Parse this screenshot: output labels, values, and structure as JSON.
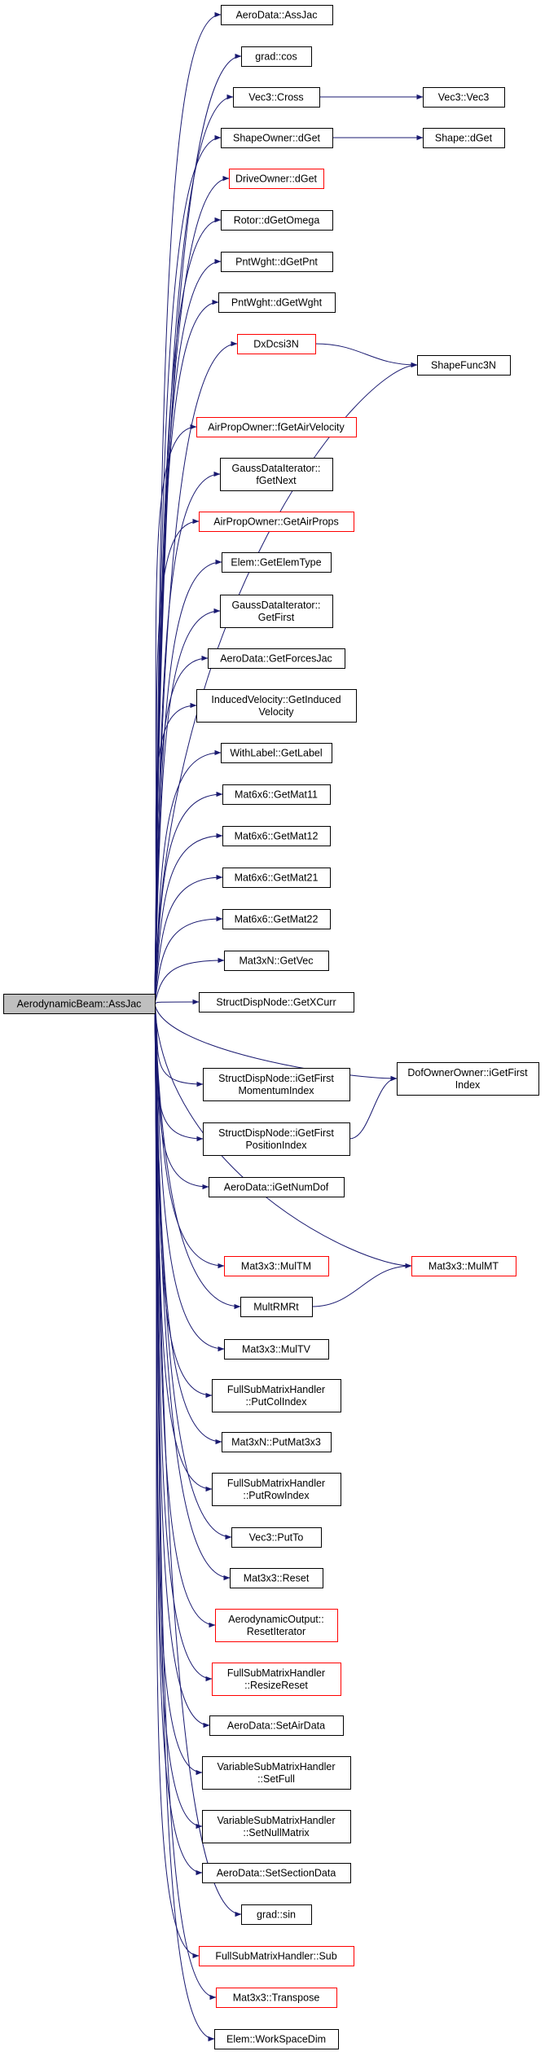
{
  "root": {
    "id": "root",
    "label": "AerodynamicBeam::AssJac"
  },
  "colors": {
    "edge": "#191970",
    "node_border": "#000000",
    "node_border_truncated": "#ff0000",
    "root_fill": "#bfbfbf",
    "node_fill": "#ffffff"
  },
  "nodes": [
    {
      "id": "n01",
      "lines": [
        "AeroData::AssJac"
      ],
      "truncated": false
    },
    {
      "id": "n02",
      "lines": [
        "grad::cos"
      ],
      "truncated": false
    },
    {
      "id": "n03",
      "lines": [
        "Vec3::Cross"
      ],
      "truncated": false
    },
    {
      "id": "n04",
      "lines": [
        "ShapeOwner::dGet"
      ],
      "truncated": false
    },
    {
      "id": "n05",
      "lines": [
        "DriveOwner::dGet"
      ],
      "truncated": true
    },
    {
      "id": "n06",
      "lines": [
        "Rotor::dGetOmega"
      ],
      "truncated": false
    },
    {
      "id": "n07",
      "lines": [
        "PntWght::dGetPnt"
      ],
      "truncated": false
    },
    {
      "id": "n08",
      "lines": [
        "PntWght::dGetWght"
      ],
      "truncated": false
    },
    {
      "id": "n09",
      "lines": [
        "DxDcsi3N"
      ],
      "truncated": true
    },
    {
      "id": "n10",
      "lines": [
        "AirPropOwner::fGetAirVelocity"
      ],
      "truncated": true
    },
    {
      "id": "n11",
      "lines": [
        "GaussDataIterator::",
        "fGetNext"
      ],
      "truncated": false
    },
    {
      "id": "n12",
      "lines": [
        "AirPropOwner::GetAirProps"
      ],
      "truncated": true
    },
    {
      "id": "n13",
      "lines": [
        "Elem::GetElemType"
      ],
      "truncated": false
    },
    {
      "id": "n14",
      "lines": [
        "GaussDataIterator::",
        "GetFirst"
      ],
      "truncated": false
    },
    {
      "id": "n15",
      "lines": [
        "AeroData::GetForcesJac"
      ],
      "truncated": false
    },
    {
      "id": "n16",
      "lines": [
        "InducedVelocity::GetInduced",
        "Velocity"
      ],
      "truncated": false
    },
    {
      "id": "n17",
      "lines": [
        "WithLabel::GetLabel"
      ],
      "truncated": false
    },
    {
      "id": "n18",
      "lines": [
        "Mat6x6::GetMat11"
      ],
      "truncated": false
    },
    {
      "id": "n19",
      "lines": [
        "Mat6x6::GetMat12"
      ],
      "truncated": false
    },
    {
      "id": "n20",
      "lines": [
        "Mat6x6::GetMat21"
      ],
      "truncated": false
    },
    {
      "id": "n21",
      "lines": [
        "Mat6x6::GetMat22"
      ],
      "truncated": false
    },
    {
      "id": "n22",
      "lines": [
        "Mat3xN::GetVec"
      ],
      "truncated": false
    },
    {
      "id": "n23",
      "lines": [
        "StructDispNode::GetXCurr"
      ],
      "truncated": false
    },
    {
      "id": "n24",
      "lines": [
        "StructDispNode::iGetFirst",
        "MomentumIndex"
      ],
      "truncated": false
    },
    {
      "id": "n25",
      "lines": [
        "StructDispNode::iGetFirst",
        "PositionIndex"
      ],
      "truncated": false
    },
    {
      "id": "n26",
      "lines": [
        "AeroData::iGetNumDof"
      ],
      "truncated": false
    },
    {
      "id": "n27",
      "lines": [
        "Mat3x3::MulTM"
      ],
      "truncated": true
    },
    {
      "id": "n28",
      "lines": [
        "MultRMRt"
      ],
      "truncated": false
    },
    {
      "id": "n29",
      "lines": [
        "Mat3x3::MulTV"
      ],
      "truncated": false
    },
    {
      "id": "n30",
      "lines": [
        "FullSubMatrixHandler",
        "::PutColIndex"
      ],
      "truncated": false
    },
    {
      "id": "n31",
      "lines": [
        "Mat3xN::PutMat3x3"
      ],
      "truncated": false
    },
    {
      "id": "n32",
      "lines": [
        "FullSubMatrixHandler",
        "::PutRowIndex"
      ],
      "truncated": false
    },
    {
      "id": "n33",
      "lines": [
        "Vec3::PutTo"
      ],
      "truncated": false
    },
    {
      "id": "n34",
      "lines": [
        "Mat3x3::Reset"
      ],
      "truncated": false
    },
    {
      "id": "n35",
      "lines": [
        "AerodynamicOutput::",
        "ResetIterator"
      ],
      "truncated": true
    },
    {
      "id": "n36",
      "lines": [
        "FullSubMatrixHandler",
        "::ResizeReset"
      ],
      "truncated": true
    },
    {
      "id": "n37",
      "lines": [
        "AeroData::SetAirData"
      ],
      "truncated": false
    },
    {
      "id": "n38",
      "lines": [
        "VariableSubMatrixHandler",
        "::SetFull"
      ],
      "truncated": false
    },
    {
      "id": "n39",
      "lines": [
        "VariableSubMatrixHandler",
        "::SetNullMatrix"
      ],
      "truncated": false
    },
    {
      "id": "n40",
      "lines": [
        "AeroData::SetSectionData"
      ],
      "truncated": false
    },
    {
      "id": "n41",
      "lines": [
        "grad::sin"
      ],
      "truncated": false
    },
    {
      "id": "n42",
      "lines": [
        "FullSubMatrixHandler::Sub"
      ],
      "truncated": true
    },
    {
      "id": "n43",
      "lines": [
        "Mat3x3::Transpose"
      ],
      "truncated": true
    },
    {
      "id": "n44",
      "lines": [
        "Elem::WorkSpaceDim"
      ],
      "truncated": false
    },
    {
      "id": "s01",
      "lines": [
        "Vec3::Vec3"
      ],
      "truncated": false
    },
    {
      "id": "s02",
      "lines": [
        "Shape::dGet"
      ],
      "truncated": false
    },
    {
      "id": "s03",
      "lines": [
        "ShapeFunc3N"
      ],
      "truncated": false
    },
    {
      "id": "s04",
      "lines": [
        "DofOwnerOwner::iGetFirst",
        "Index"
      ],
      "truncated": false
    },
    {
      "id": "s05",
      "lines": [
        "Mat3x3::MulMT"
      ],
      "truncated": true
    }
  ],
  "edges": [
    [
      "root",
      "n01"
    ],
    [
      "root",
      "n02"
    ],
    [
      "root",
      "n03"
    ],
    [
      "root",
      "n04"
    ],
    [
      "root",
      "n05"
    ],
    [
      "root",
      "n06"
    ],
    [
      "root",
      "n07"
    ],
    [
      "root",
      "n08"
    ],
    [
      "root",
      "n09"
    ],
    [
      "root",
      "s03"
    ],
    [
      "root",
      "n10"
    ],
    [
      "root",
      "n11"
    ],
    [
      "root",
      "n12"
    ],
    [
      "root",
      "n13"
    ],
    [
      "root",
      "n14"
    ],
    [
      "root",
      "n15"
    ],
    [
      "root",
      "n16"
    ],
    [
      "root",
      "n17"
    ],
    [
      "root",
      "n18"
    ],
    [
      "root",
      "n19"
    ],
    [
      "root",
      "n20"
    ],
    [
      "root",
      "n21"
    ],
    [
      "root",
      "n22"
    ],
    [
      "root",
      "n23"
    ],
    [
      "root",
      "n24"
    ],
    [
      "root",
      "s04"
    ],
    [
      "root",
      "n25"
    ],
    [
      "root",
      "n26"
    ],
    [
      "root",
      "n27"
    ],
    [
      "root",
      "s05"
    ],
    [
      "root",
      "n28"
    ],
    [
      "root",
      "n29"
    ],
    [
      "root",
      "n30"
    ],
    [
      "root",
      "n31"
    ],
    [
      "root",
      "n32"
    ],
    [
      "root",
      "n33"
    ],
    [
      "root",
      "n34"
    ],
    [
      "root",
      "n35"
    ],
    [
      "root",
      "n36"
    ],
    [
      "root",
      "n37"
    ],
    [
      "root",
      "n38"
    ],
    [
      "root",
      "n39"
    ],
    [
      "root",
      "n40"
    ],
    [
      "root",
      "n41"
    ],
    [
      "root",
      "n42"
    ],
    [
      "root",
      "n43"
    ],
    [
      "root",
      "n44"
    ],
    [
      "n03",
      "s01"
    ],
    [
      "n04",
      "s02"
    ],
    [
      "n09",
      "s03"
    ],
    [
      "n25",
      "s04"
    ],
    [
      "n28",
      "s05"
    ]
  ]
}
